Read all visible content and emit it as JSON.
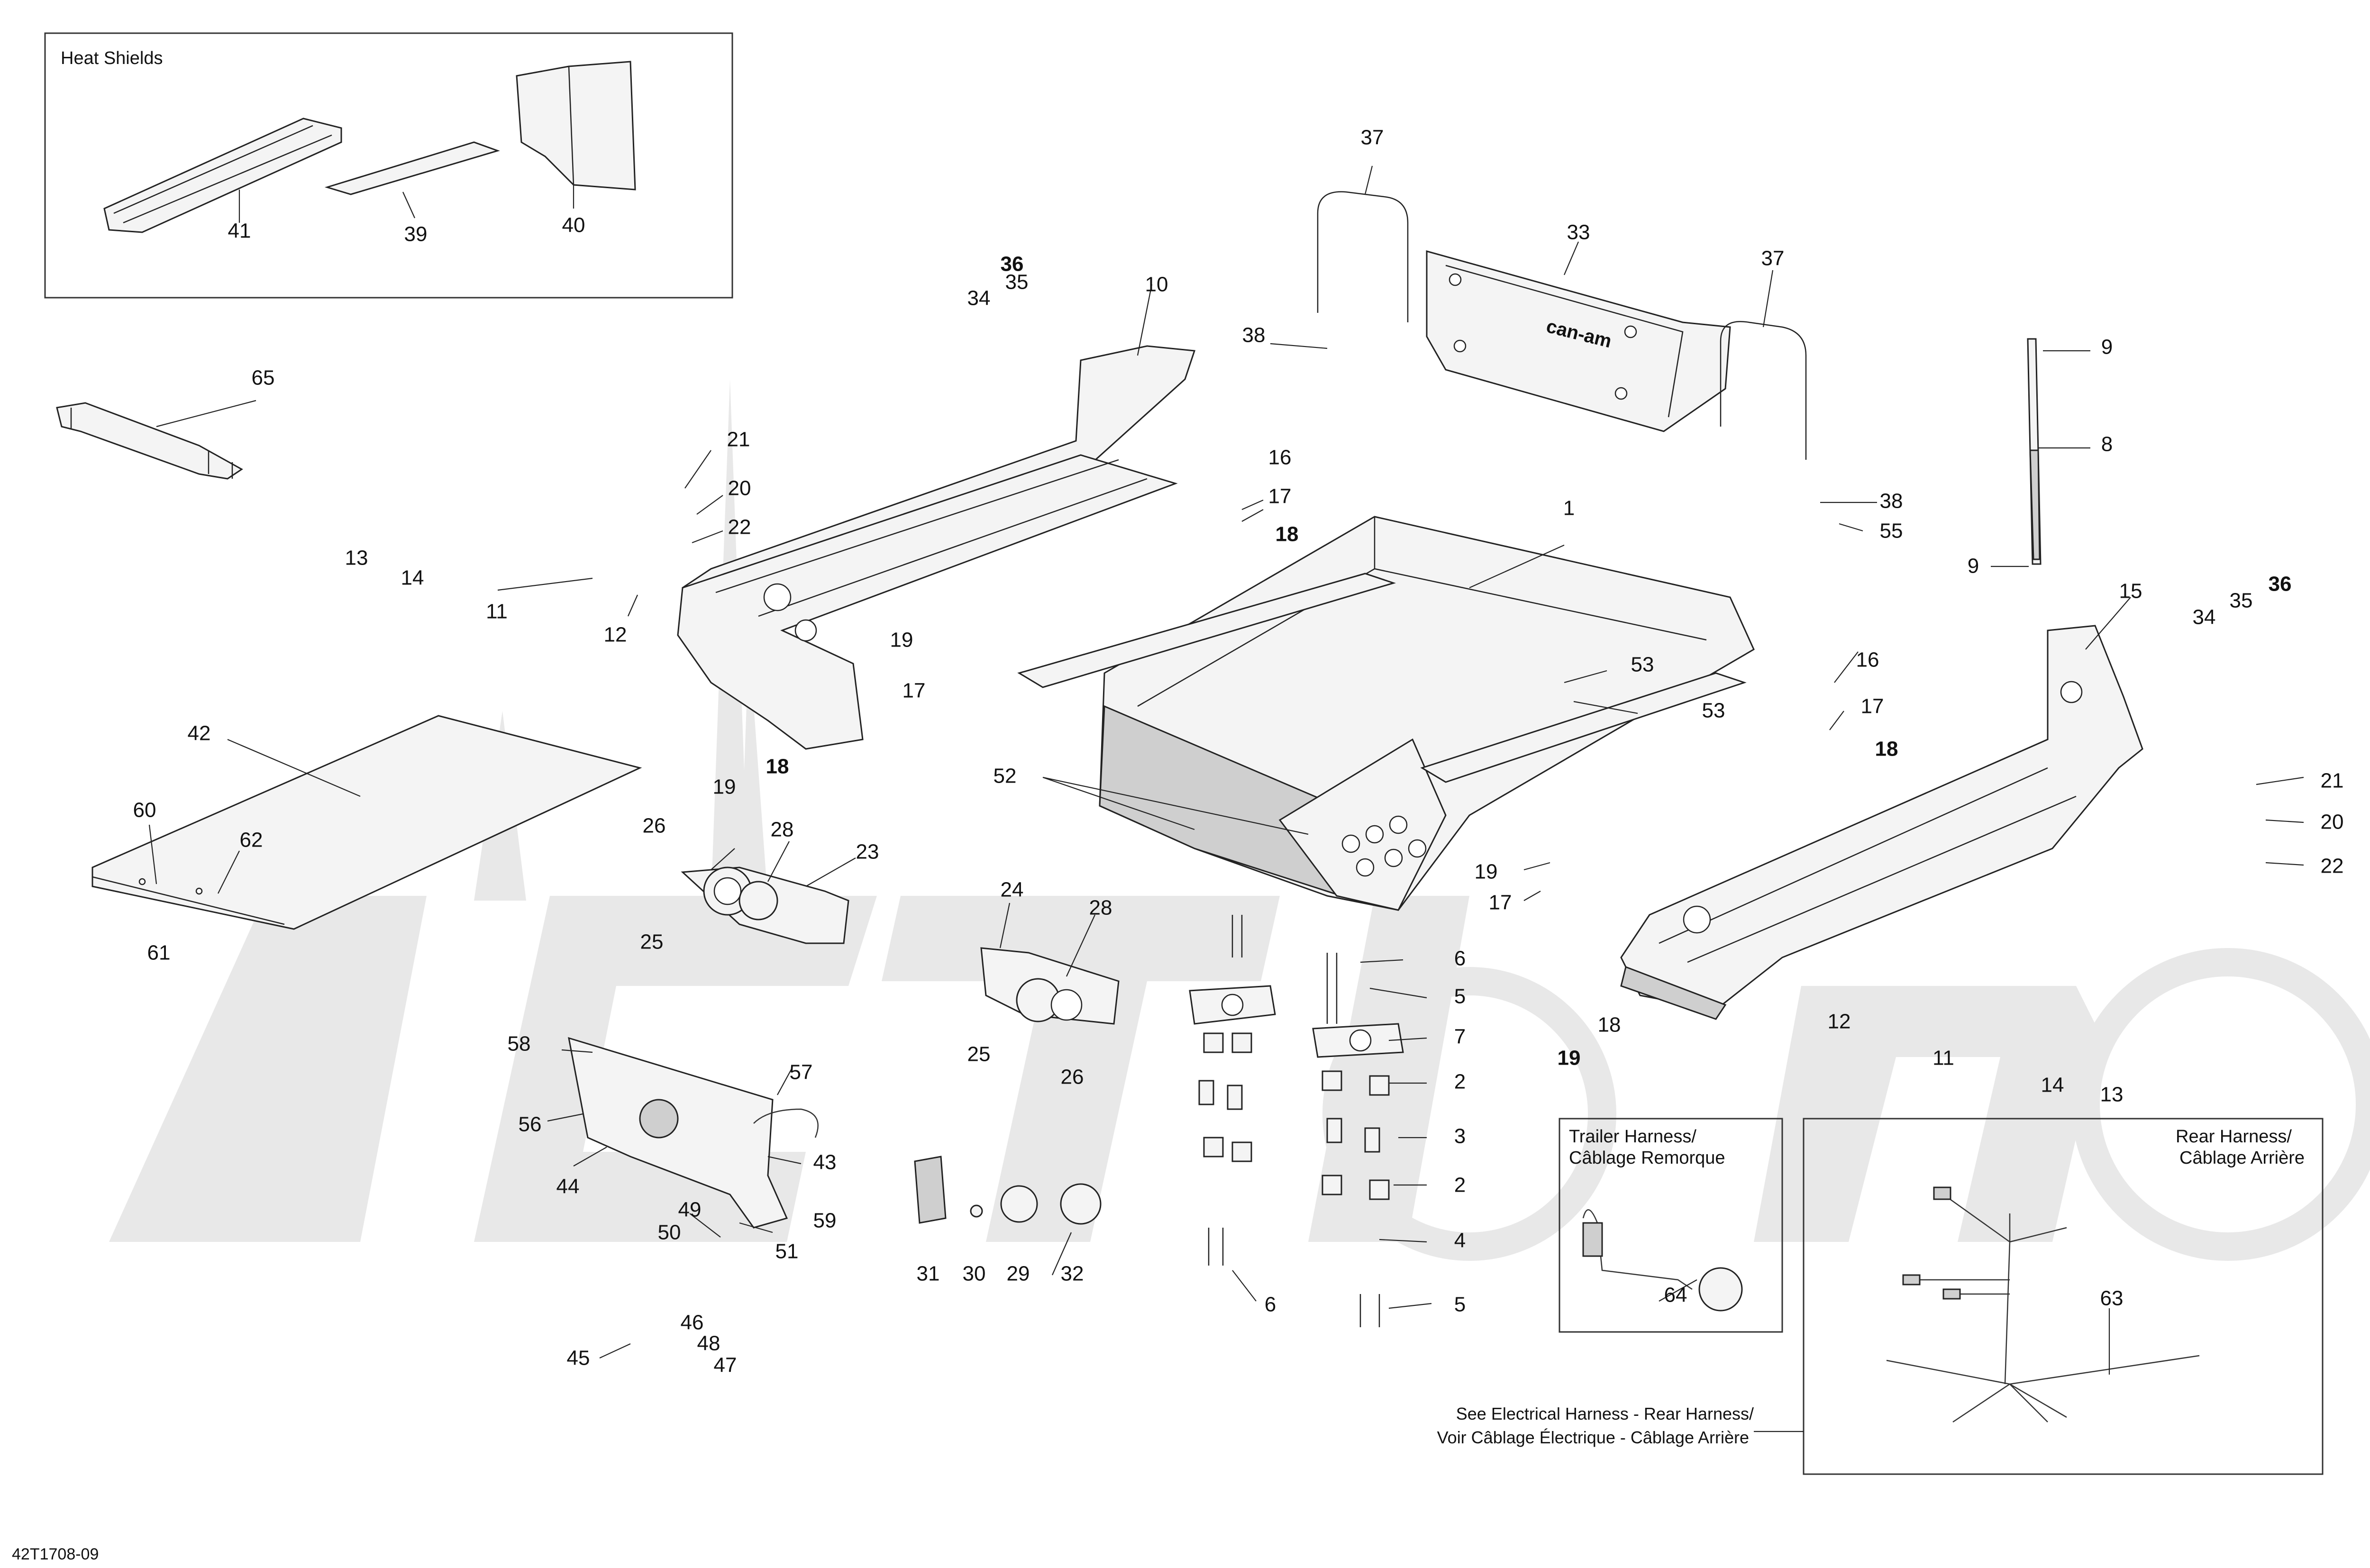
{
  "diagram_code": "42T1708-09",
  "boxes": {
    "heat_shields": {
      "title": "Heat Shields"
    },
    "trailer_harness": {
      "title_line1": "Trailer Harness/",
      "title_line2": "Câblage Remorque"
    },
    "rear_harness": {
      "title_line1": "Rear Harness/",
      "title_line2": "Câblage Arrière"
    }
  },
  "note": {
    "line1": "See Electrical Harness - Rear Harness/",
    "line2": "Voir Câblage Électrique - Câblage Arrière"
  },
  "decals": {
    "logo_text": "can-am"
  },
  "callouts": [
    {
      "label": "41"
    },
    {
      "label": "39"
    },
    {
      "label": "40"
    },
    {
      "label": "65"
    },
    {
      "label": "37"
    },
    {
      "label": "33"
    },
    {
      "label": "37"
    },
    {
      "label": "38"
    },
    {
      "label": "38"
    },
    {
      "label": "55"
    },
    {
      "label": "9"
    },
    {
      "label": "8"
    },
    {
      "label": "9"
    },
    {
      "label": "34"
    },
    {
      "label": "35"
    },
    {
      "label": "36"
    },
    {
      "label": "10"
    },
    {
      "label": "21"
    },
    {
      "label": "20"
    },
    {
      "label": "22"
    },
    {
      "label": "13"
    },
    {
      "label": "14"
    },
    {
      "label": "11"
    },
    {
      "label": "12"
    },
    {
      "label": "16"
    },
    {
      "label": "17"
    },
    {
      "label": "18"
    },
    {
      "label": "19"
    },
    {
      "label": "17"
    },
    {
      "label": "18"
    },
    {
      "label": "19"
    },
    {
      "label": "1"
    },
    {
      "label": "53"
    },
    {
      "label": "53"
    },
    {
      "label": "52"
    },
    {
      "label": "15"
    },
    {
      "label": "34"
    },
    {
      "label": "35"
    },
    {
      "label": "36"
    },
    {
      "label": "16"
    },
    {
      "label": "17"
    },
    {
      "label": "18"
    },
    {
      "label": "21"
    },
    {
      "label": "20"
    },
    {
      "label": "22"
    },
    {
      "label": "19"
    },
    {
      "label": "17"
    },
    {
      "label": "42"
    },
    {
      "label": "60"
    },
    {
      "label": "62"
    },
    {
      "label": "61"
    },
    {
      "label": "26"
    },
    {
      "label": "28"
    },
    {
      "label": "23"
    },
    {
      "label": "25"
    },
    {
      "label": "24"
    },
    {
      "label": "28"
    },
    {
      "label": "25"
    },
    {
      "label": "26"
    },
    {
      "label": "6"
    },
    {
      "label": "5"
    },
    {
      "label": "7"
    },
    {
      "label": "2"
    },
    {
      "label": "3"
    },
    {
      "label": "2"
    },
    {
      "label": "4"
    },
    {
      "label": "6"
    },
    {
      "label": "5"
    },
    {
      "label": "18"
    },
    {
      "label": "19"
    },
    {
      "label": "12"
    },
    {
      "label": "11"
    },
    {
      "label": "14"
    },
    {
      "label": "13"
    },
    {
      "label": "58"
    },
    {
      "label": "57"
    },
    {
      "label": "56"
    },
    {
      "label": "44"
    },
    {
      "label": "43"
    },
    {
      "label": "49"
    },
    {
      "label": "50"
    },
    {
      "label": "59"
    },
    {
      "label": "51"
    },
    {
      "label": "46"
    },
    {
      "label": "48"
    },
    {
      "label": "45"
    },
    {
      "label": "47"
    },
    {
      "label": "31"
    },
    {
      "label": "30"
    },
    {
      "label": "29"
    },
    {
      "label": "32"
    },
    {
      "label": "64"
    },
    {
      "label": "63"
    }
  ]
}
